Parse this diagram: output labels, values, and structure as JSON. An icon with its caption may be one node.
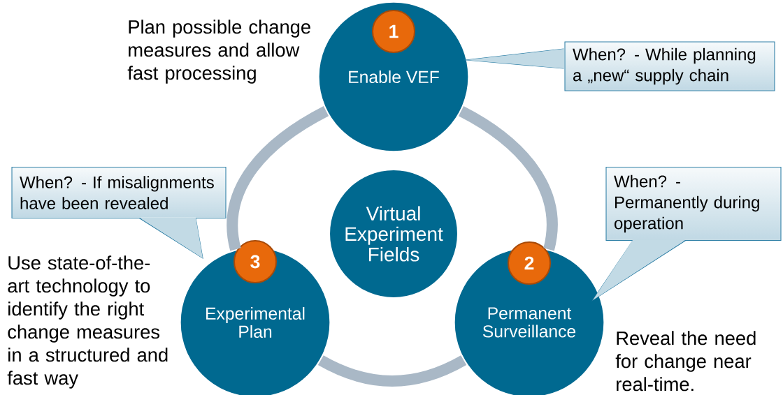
{
  "diagram": {
    "nodes": [
      {
        "text": [
          "Virtual Experiment Fields"
        ]
      },
      {
        "text": [
          "Enable VEF"
        ],
        "beside": [
          "Plan possible change measures and allow fast processing"
        ]
      },
      {
        "text": [
          "1"
        ],
        "in": 1
      },
      {
        "text": [
          "When? - While planning a „new“ supply chain"
        ]
      },
      {
        "text": [
          "Permanent Surveillance"
        ],
        "beside": [
          "Reveal the need for change near real-time."
        ]
      },
      {
        "text": [
          "2"
        ],
        "in": 4
      },
      {
        "text": [
          "When? - Permanently during operation"
        ]
      },
      {
        "text": [
          "Experimental Plan"
        ]
      },
      {
        "text": [
          "3"
        ],
        "in": 7
      },
      {
        "text": [
          "When? - If misalignments have been revealed"
        ]
      }
    ],
    "edges": [
      {
        "from": 1,
        "to": 4,
        "arrow": "none"
      },
      {
        "from": 4,
        "to": 7,
        "arrow": "none"
      },
      {
        "from": 7,
        "to": 1,
        "arrow": "none"
      }
    ],
    "labels": [
      "Use state-of-the-art technology to identify the right change measures in a structured and fast way"
    ]
  }
}
